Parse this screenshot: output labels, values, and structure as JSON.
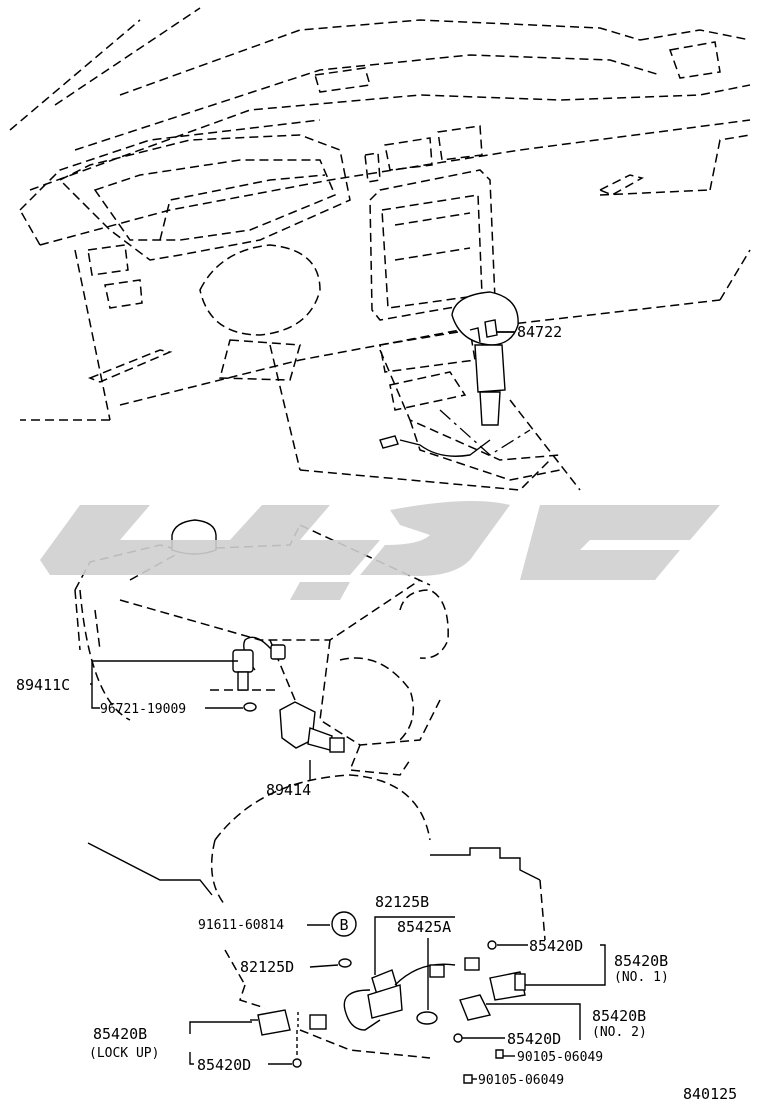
{
  "diagram": {
    "figure_number": "840125",
    "callout_letter": "B",
    "parts": {
      "p84722": "84722",
      "p89411c": "89411C",
      "p96721": "96721-19009",
      "p89414": "89414",
      "p91611": "91611-60814",
      "p82125b": "82125B",
      "p85425a": "85425A",
      "p82125d": "82125D",
      "p85420d_top": "85420D",
      "p85420b_no1": "85420B",
      "p85420b_no1_note": "(NO. 1)",
      "p85420b_no2": "85420B",
      "p85420b_no2_note": "(NO. 2)",
      "p85420d_mid": "85420D",
      "p90105_a": "90105-06049",
      "p90105_b": "90105-06049",
      "p85420b_lock": "85420B",
      "p85420b_lock_note": "(LOCK UP)",
      "p85420d_bottom": "85420D"
    }
  }
}
